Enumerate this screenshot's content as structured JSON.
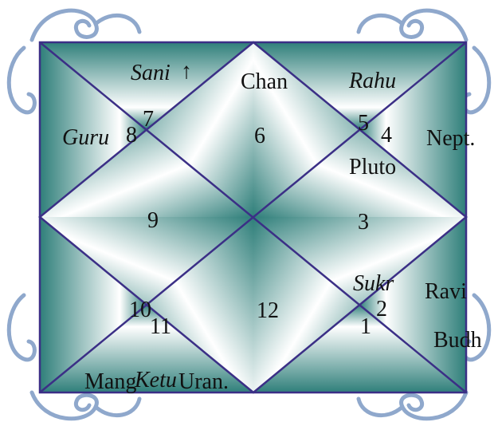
{
  "chart": {
    "house_numbers": [
      "7",
      "6",
      "5",
      "8",
      "4",
      "9",
      "3",
      "10",
      "11",
      "12",
      "1",
      "2"
    ],
    "planets": {
      "sani": "Sani",
      "sani_arrow": "↑",
      "chan": "Chan",
      "rahu": "Rahu",
      "guru": "Guru",
      "nept": "Nept.",
      "pluto": "Pluto",
      "sukr": "Sukr",
      "ravi": "Ravi",
      "budh": "Budh",
      "mang": "Mang",
      "ketu": "Ketu",
      "uran": "Uran."
    }
  },
  "colors": {
    "line": "#3b2f86",
    "teal_dark": "#2f7f7a",
    "teal_light": "#ffffff",
    "ornament": "#8fa8cc"
  }
}
